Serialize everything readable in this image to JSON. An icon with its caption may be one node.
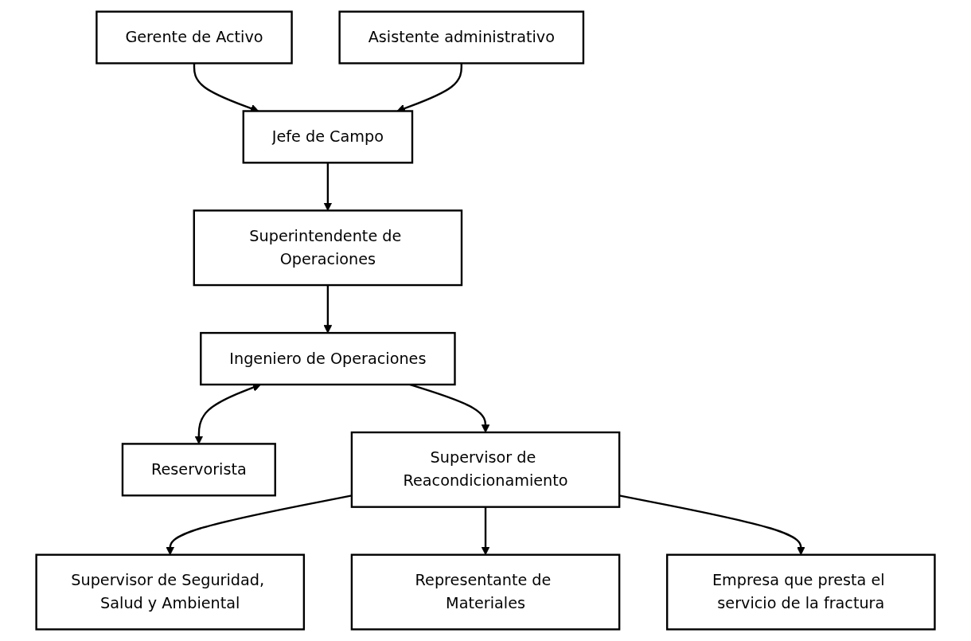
{
  "diagram": {
    "nodes": [
      {
        "text": [
          "Gerente de Activo"
        ]
      },
      {
        "text": [
          "Asistente administrativo"
        ]
      },
      {
        "text": [
          "Jefe de Campo"
        ]
      },
      {
        "text": [
          "Superintendente de Operaciones"
        ]
      },
      {
        "text": [
          "Ingeniero de Operaciones"
        ]
      },
      {
        "text": [
          "Reservorista"
        ]
      },
      {
        "text": [
          "Supervisor de Reacondicionamiento"
        ]
      },
      {
        "text": [
          "Supervisor de Seguridad, Salud y Ambiental"
        ]
      },
      {
        "text": [
          "Representante de Materiales"
        ]
      },
      {
        "text": [
          "Empresa que presta el servicio de la fractura"
        ]
      }
    ],
    "edges": [
      {
        "from": 0,
        "to": 2,
        "arrow": "to"
      },
      {
        "from": 1,
        "to": 2,
        "arrow": "to"
      },
      {
        "from": 2,
        "to": 3,
        "arrow": "to"
      },
      {
        "from": 3,
        "to": 4,
        "arrow": "to"
      },
      {
        "from": 4,
        "to": 5,
        "arrow": "both"
      },
      {
        "from": 4,
        "to": 6,
        "arrow": "to"
      },
      {
        "from": 6,
        "to": 7,
        "arrow": "to"
      },
      {
        "from": 6,
        "to": 8,
        "arrow": "to"
      },
      {
        "from": 6,
        "to": 9,
        "arrow": "to"
      }
    ]
  }
}
